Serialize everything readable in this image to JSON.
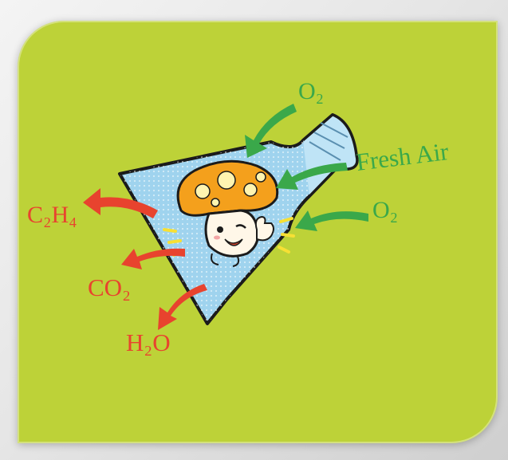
{
  "labels": {
    "o2_top": "O₂",
    "fresh_air": "Fresh Air",
    "o2_right": "O₂",
    "c2h4": "C₂H₄",
    "co2": "CO₂",
    "h2o": "H₂O"
  },
  "colors": {
    "background": "#bdd238",
    "inflow": "#3aa84a",
    "outflow": "#e8432e",
    "bag_fill": "#9fd3ee",
    "mushroom_cap": "#f4a01c"
  }
}
